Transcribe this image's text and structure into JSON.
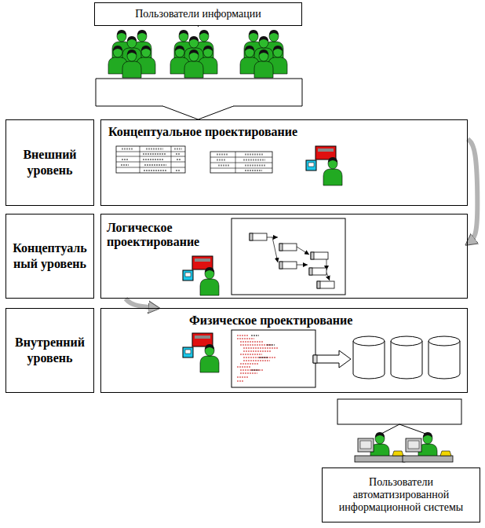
{
  "diagram": {
    "nodes": [
      {
        "text": [
          "Пользователи информации"
        ]
      },
      {
        "text": [
          "Внешний уровень"
        ]
      },
      {
        "text": [
          "Концептуальное проектирование"
        ]
      },
      {
        "text": [
          "Концептуальный уровень"
        ]
      },
      {
        "text": [
          "Логическое проектирование"
        ]
      },
      {
        "text": [
          "Внутренний уровень"
        ]
      },
      {
        "text": [
          "Физическое проектирование"
        ]
      },
      {
        "text": [
          "Пользователи автоматизированной информационной системы"
        ]
      }
    ],
    "edges": [
      {
        "from": 0,
        "to": 2,
        "arrow": "to"
      },
      {
        "from": 2,
        "to": 4,
        "arrow": "to"
      },
      {
        "from": 4,
        "to": 6,
        "arrow": "to"
      }
    ]
  }
}
